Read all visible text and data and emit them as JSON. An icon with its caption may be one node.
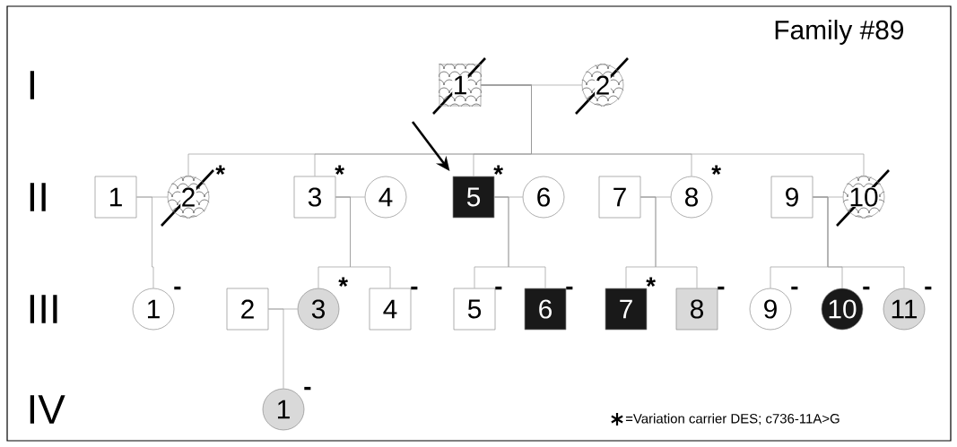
{
  "diagram": {
    "title": "Family #89",
    "nodes": [
      {
        "text": [
          "1"
        ]
      },
      {
        "text": [
          "2"
        ]
      },
      {
        "text": [
          "1"
        ]
      },
      {
        "text": [
          "2"
        ],
        "beside": [
          "*"
        ]
      },
      {
        "text": [
          "3"
        ],
        "beside": [
          "*"
        ]
      },
      {
        "text": [
          "4"
        ]
      },
      {
        "text": [
          "5"
        ],
        "beside": [
          "*"
        ]
      },
      {
        "text": [
          "6"
        ]
      },
      {
        "text": [
          "7"
        ]
      },
      {
        "text": [
          "8"
        ],
        "beside": [
          "*"
        ]
      },
      {
        "text": [
          "9"
        ]
      },
      {
        "text": [
          "10"
        ]
      },
      {
        "text": [
          "1"
        ],
        "beside": [
          "-"
        ]
      },
      {
        "text": [
          "2"
        ]
      },
      {
        "text": [
          "3"
        ],
        "beside": [
          "*"
        ]
      },
      {
        "text": [
          "4"
        ],
        "beside": [
          "-"
        ]
      },
      {
        "text": [
          "5"
        ],
        "beside": [
          "-"
        ]
      },
      {
        "text": [
          "6"
        ],
        "beside": [
          "-"
        ]
      },
      {
        "text": [
          "7"
        ],
        "beside": [
          "*"
        ]
      },
      {
        "text": [
          "8"
        ],
        "beside": [
          "-"
        ]
      },
      {
        "text": [
          "9"
        ],
        "beside": [
          "-"
        ]
      },
      {
        "text": [
          "10"
        ],
        "beside": [
          "-"
        ]
      },
      {
        "text": [
          "11"
        ],
        "beside": [
          "-"
        ]
      },
      {
        "text": [
          "1"
        ],
        "beside": [
          "-"
        ]
      }
    ],
    "edges": [
      {
        "from": 0,
        "to": 1,
        "arrow": "none"
      },
      {
        "from": 2,
        "to": 3,
        "arrow": "none"
      },
      {
        "from": 4,
        "to": 5,
        "arrow": "none"
      },
      {
        "from": 6,
        "to": 7,
        "arrow": "none"
      },
      {
        "from": 8,
        "to": 9,
        "arrow": "none"
      },
      {
        "from": 10,
        "to": 11,
        "arrow": "none"
      },
      {
        "from": 13,
        "to": 14,
        "arrow": "none"
      },
      {
        "from": 0,
        "to": 3,
        "arrow": "none"
      },
      {
        "from": 0,
        "to": 4,
        "arrow": "none"
      },
      {
        "from": 0,
        "to": 6,
        "arrow": "none"
      },
      {
        "from": 0,
        "to": 9,
        "arrow": "none"
      },
      {
        "from": 0,
        "to": 11,
        "arrow": "none"
      },
      {
        "from": 2,
        "to": 12,
        "arrow": "none"
      },
      {
        "from": 4,
        "to": 14,
        "arrow": "none"
      },
      {
        "from": 4,
        "to": 15,
        "arrow": "none"
      },
      {
        "from": 6,
        "to": 16,
        "arrow": "none"
      },
      {
        "from": 6,
        "to": 17,
        "arrow": "none"
      },
      {
        "from": 8,
        "to": 18,
        "arrow": "none"
      },
      {
        "from": 8,
        "to": 19,
        "arrow": "none"
      },
      {
        "from": 10,
        "to": 20,
        "arrow": "none"
      },
      {
        "from": 10,
        "to": 21,
        "arrow": "none"
      },
      {
        "from": 10,
        "to": 22,
        "arrow": "none"
      },
      {
        "from": 13,
        "to": 23,
        "arrow": "none"
      },
      {
        "from": null,
        "to": 6,
        "arrow": "to",
        "style": "thick",
        "color": "#000000"
      }
    ],
    "labels": [
      "I",
      "II",
      "III",
      "IV"
    ],
    "legend": [
      {
        "text": "=Variation carrier DES; c736-11A>G"
      }
    ]
  }
}
